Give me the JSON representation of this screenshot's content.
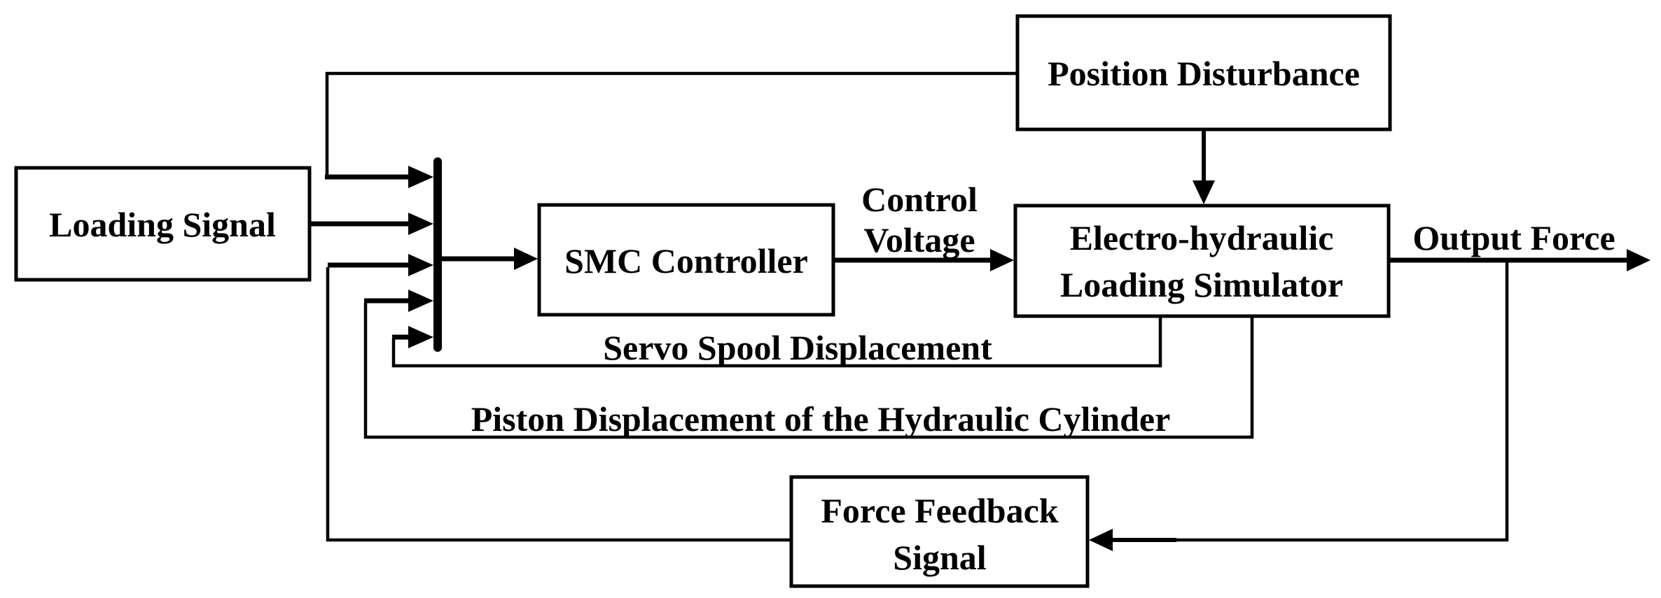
{
  "diagram": {
    "title": "Electro-hydraulic loading simulator SMC control block diagram",
    "colors": {
      "background": "#ffffff",
      "line": "#000000",
      "text": "#000000"
    },
    "boxes": {
      "loading_signal": {
        "label": "Loading Signal"
      },
      "smc_controller": {
        "label": "SMC Controller"
      },
      "position_disturbance": {
        "label": "Position Disturbance"
      },
      "electro_hydraulic": {
        "label_line1": "Electro-hydraulic",
        "label_line2": "Loading Simulator"
      },
      "force_feedback": {
        "label_line1": "Force Feedback",
        "label_line2": "Signal"
      }
    },
    "signal_labels": {
      "control_voltage_line1": "Control",
      "control_voltage_line2": "Voltage",
      "output_force": "Output Force",
      "servo_spool": "Servo Spool Displacement",
      "piston_displacement": "Piston Displacement of the Hydraulic Cylinder"
    }
  }
}
